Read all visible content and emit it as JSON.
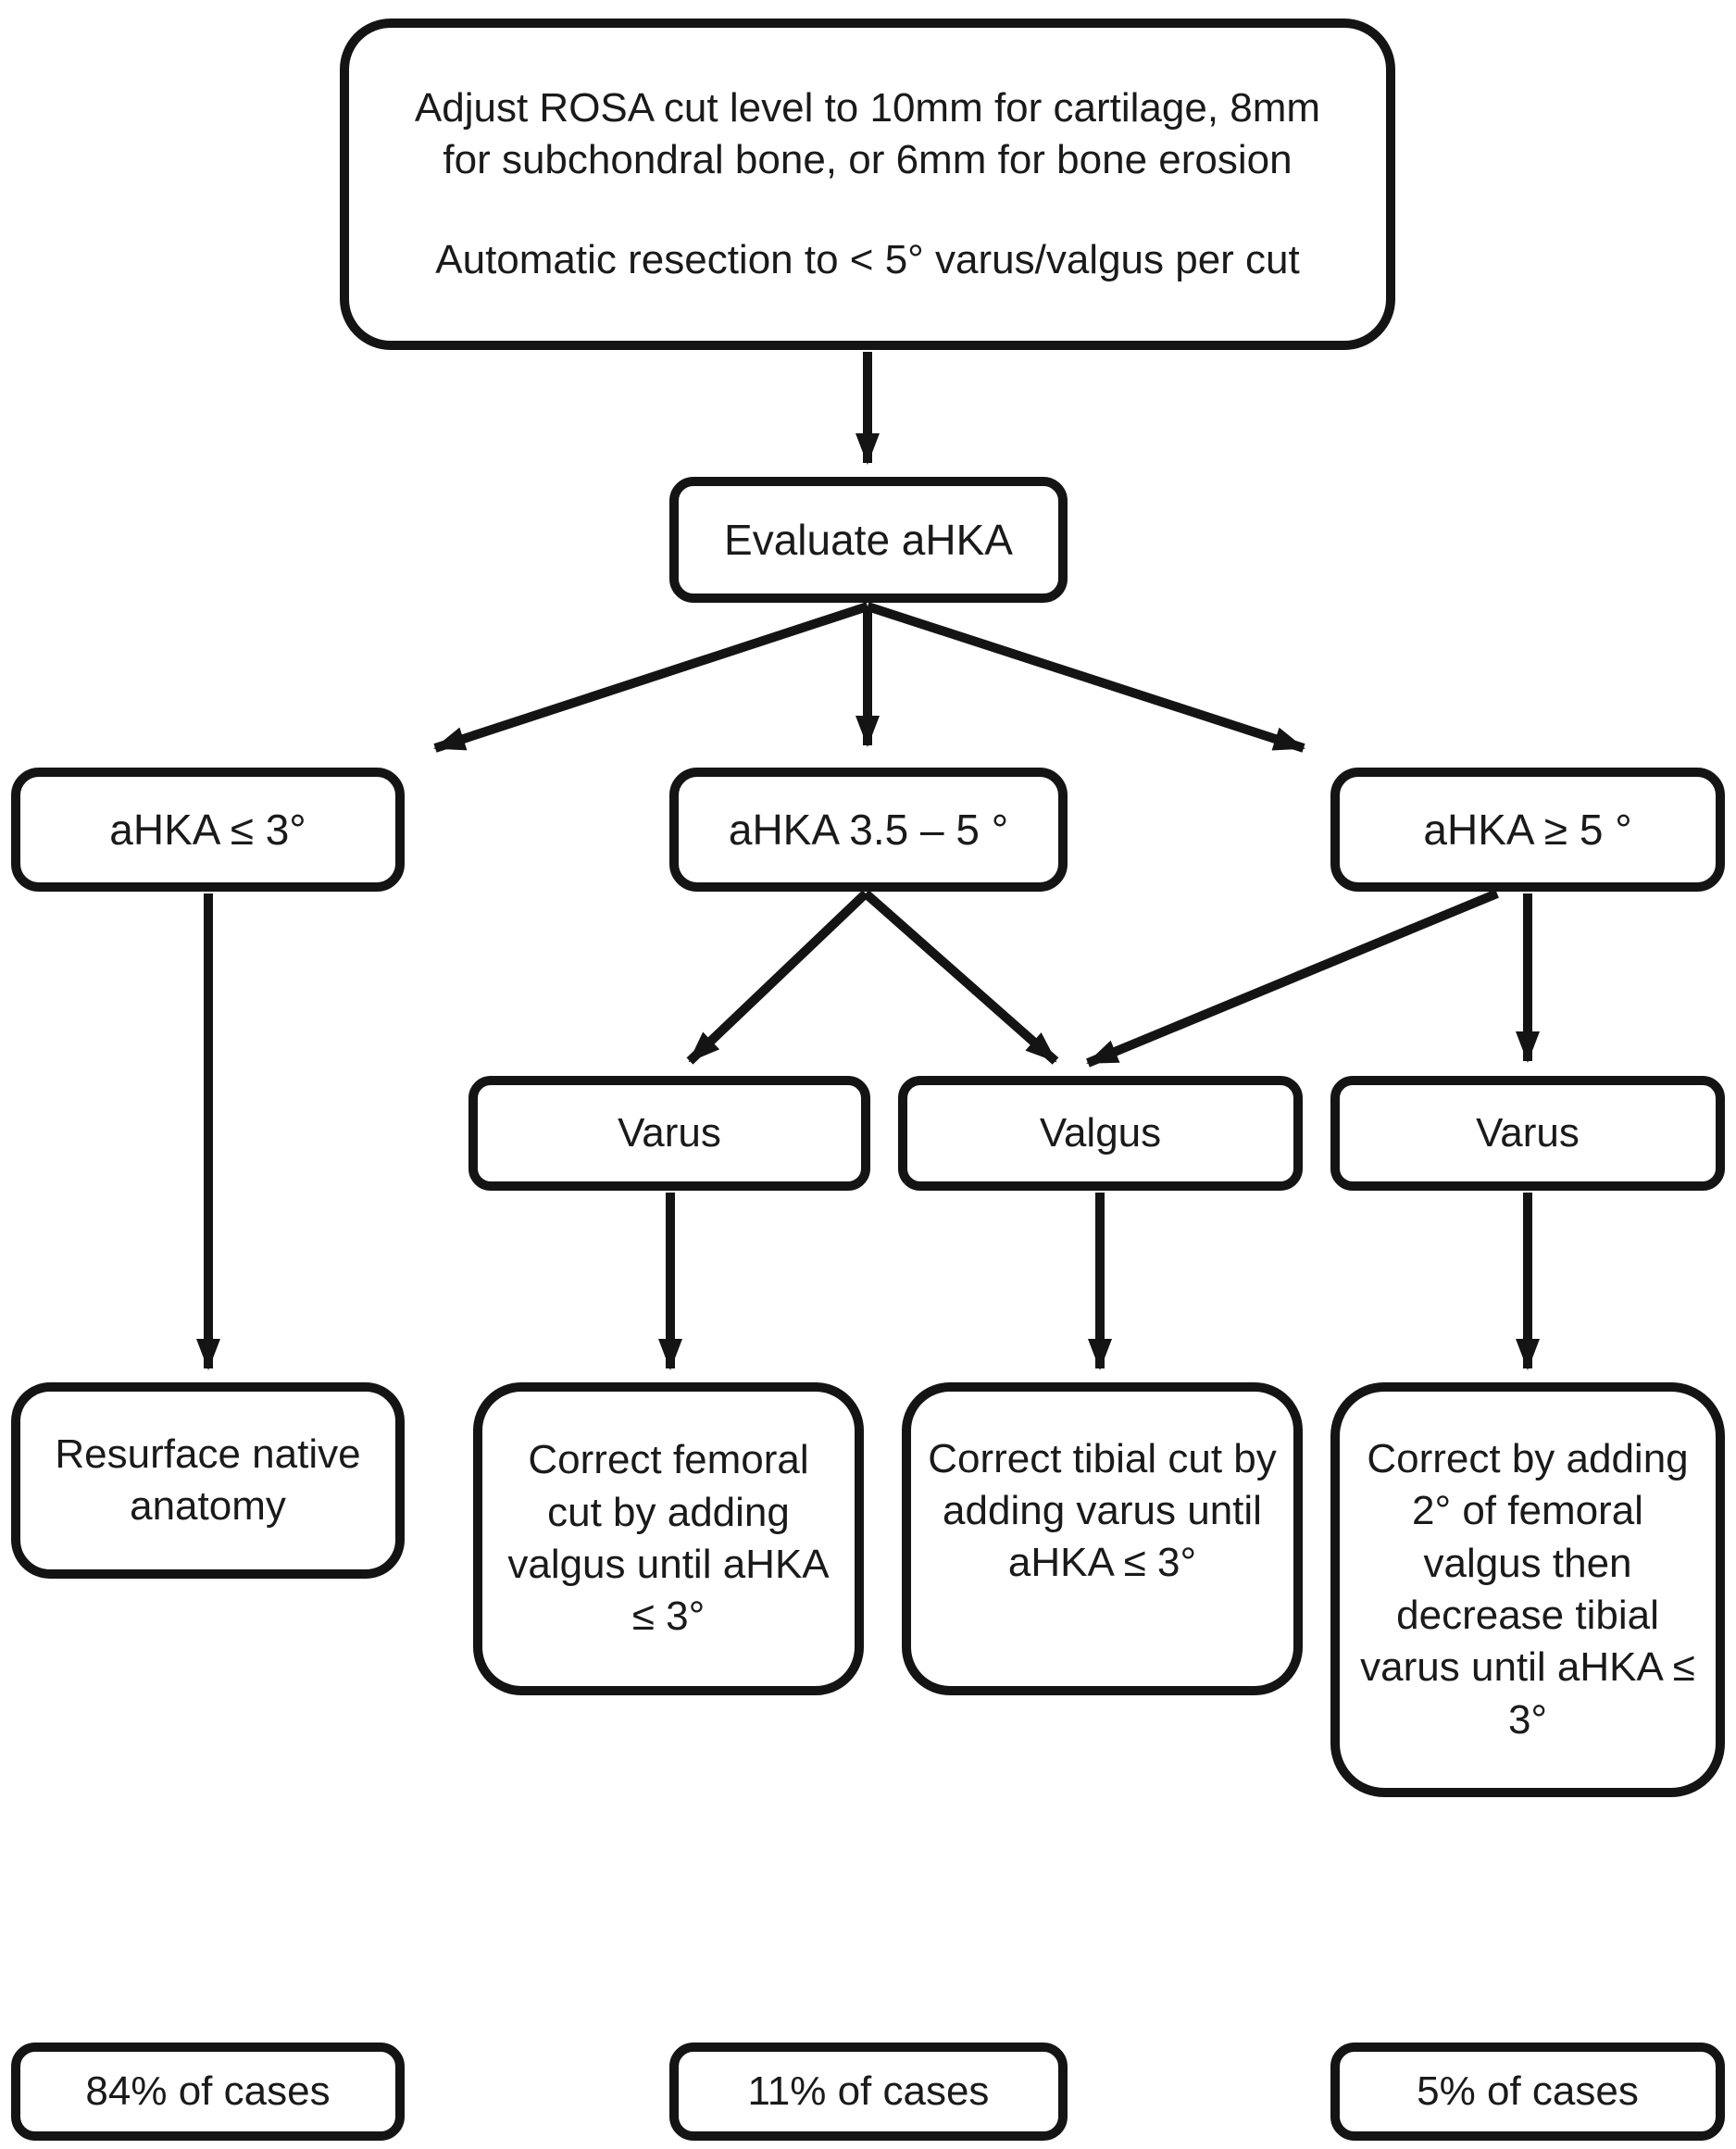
{
  "figure": {
    "title_box": {
      "paragraph1": "Adjust ROSA cut level to 10mm for cartilage, 8mm for subchondral bone, or 6mm for bone erosion",
      "paragraph2": "Automatic resection to < 5° varus/valgus per cut"
    },
    "evaluate_box": "Evaluate aHKA",
    "branch_left": {
      "condition": "aHKA ≤ 3°",
      "action": "Resurface native anatomy",
      "cases": "84% of cases"
    },
    "branch_middle": {
      "condition": "aHKA 3.5 – 5 °",
      "varus_label": "Varus",
      "valgus_label": "Valgus",
      "varus_action": "Correct femoral cut by adding valgus until aHKA ≤ 3°",
      "valgus_action": "Correct tibial cut by adding varus until aHKA ≤ 3°",
      "cases": "11% of cases"
    },
    "branch_right": {
      "condition": "aHKA ≥ 5 °",
      "varus_label": "Varus",
      "action": "Correct by adding 2° of femoral valgus then decrease tibial varus until aHKA ≤ 3°",
      "cases": "5% of cases"
    }
  }
}
